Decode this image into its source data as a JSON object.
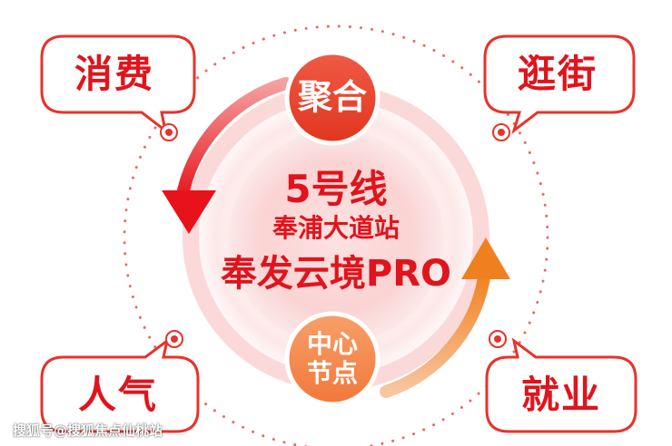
{
  "center": {
    "line1": "5号线",
    "line2": "奉浦大道站",
    "line3": "奉发云境PRO"
  },
  "top_circle": {
    "label": "聚合"
  },
  "bottom_circle": {
    "line1": "中心",
    "line2": "节点"
  },
  "bubbles": {
    "top_left": "消费",
    "top_right": "逛街",
    "bottom_left": "人气",
    "bottom_right": "就业"
  },
  "watermark": "搜狐号@搜狐焦点仙桃站",
  "colors": {
    "primary_red": "#e0141c",
    "arrow_orange": "#f07a1e",
    "bubble_border": "#e7332b",
    "dots": "#e86a6a"
  }
}
